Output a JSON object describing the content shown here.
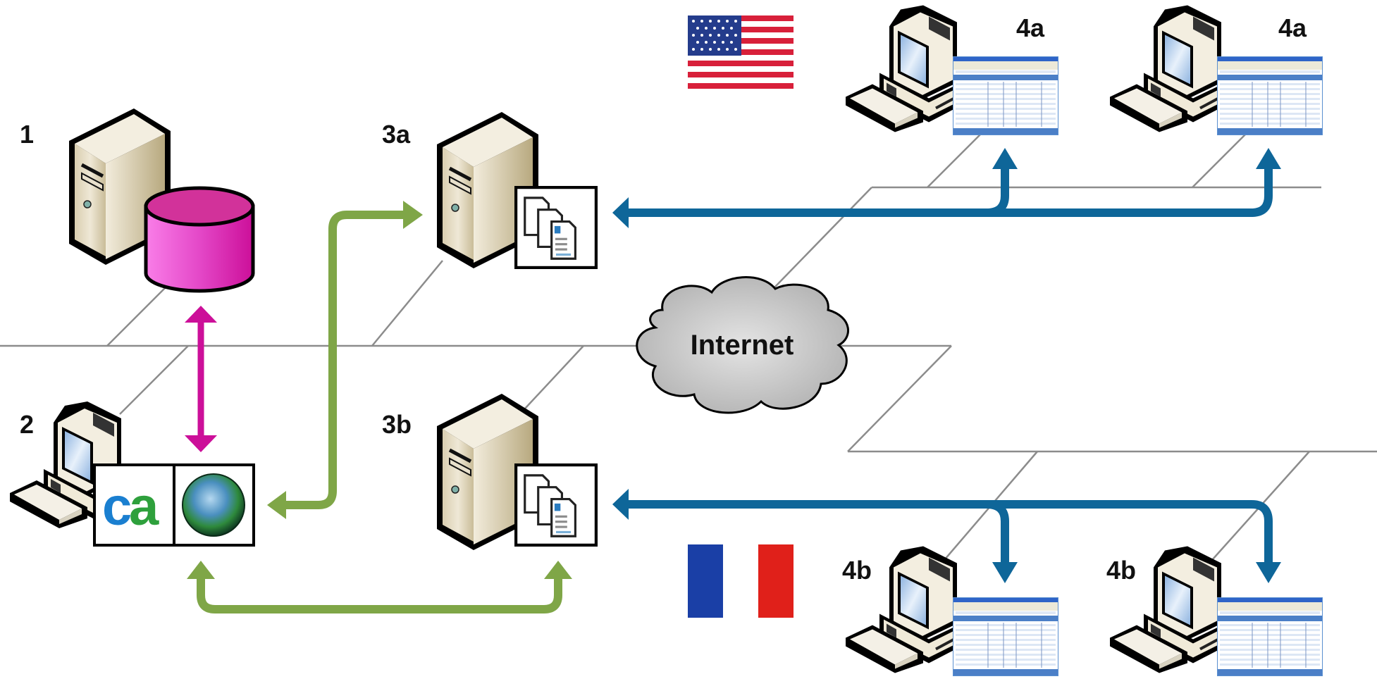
{
  "diagram": {
    "title": "",
    "nodes": [
      {
        "id": "1",
        "label": "1",
        "type": "database-server"
      },
      {
        "id": "2",
        "label": "2",
        "type": "workstation",
        "apps": [
          "CA",
          "globe"
        ]
      },
      {
        "id": "3a",
        "label": "3a",
        "type": "report-server"
      },
      {
        "id": "3b",
        "label": "3b",
        "type": "report-server"
      },
      {
        "id": "4a-1",
        "label": "4a",
        "type": "client-workstation",
        "region": "USA"
      },
      {
        "id": "4a-2",
        "label": "4a",
        "type": "client-workstation",
        "region": "USA"
      },
      {
        "id": "4b-1",
        "label": "4b",
        "type": "client-workstation",
        "region": "France"
      },
      {
        "id": "4b-2",
        "label": "4b",
        "type": "client-workstation",
        "region": "France"
      }
    ],
    "cloud": {
      "label": "Internet"
    },
    "ca_logo_text": "ca",
    "flags": [
      {
        "name": "United States",
        "icon": "us-flag-icon"
      },
      {
        "name": "France",
        "icon": "france-flag-icon"
      }
    ],
    "connections": [
      {
        "from": "1",
        "to": "2",
        "style": "bidirectional",
        "color": "#cc0f99"
      },
      {
        "from": "2",
        "to": "3a",
        "style": "bidirectional",
        "color": "#7fa647"
      },
      {
        "from": "2",
        "to": "3b",
        "style": "bidirectional",
        "color": "#7fa647"
      },
      {
        "from": "4a-1",
        "to": "3a",
        "style": "bidirectional",
        "color": "#0e6699"
      },
      {
        "from": "4a-2",
        "to": "3a",
        "style": "bidirectional",
        "color": "#0e6699"
      },
      {
        "from": "3b",
        "to": "4b-1",
        "style": "bidirectional",
        "color": "#0e6699"
      },
      {
        "from": "3b",
        "to": "4b-2",
        "style": "bidirectional",
        "color": "#0e6699"
      }
    ]
  },
  "colors": {
    "network_line": "#8c8c8c",
    "blue_arrow": "#0e6699",
    "green_arrow": "#7fa647",
    "magenta_arrow": "#cc0f99",
    "database": "#e040c0",
    "cloud": "#c8c8c8"
  }
}
